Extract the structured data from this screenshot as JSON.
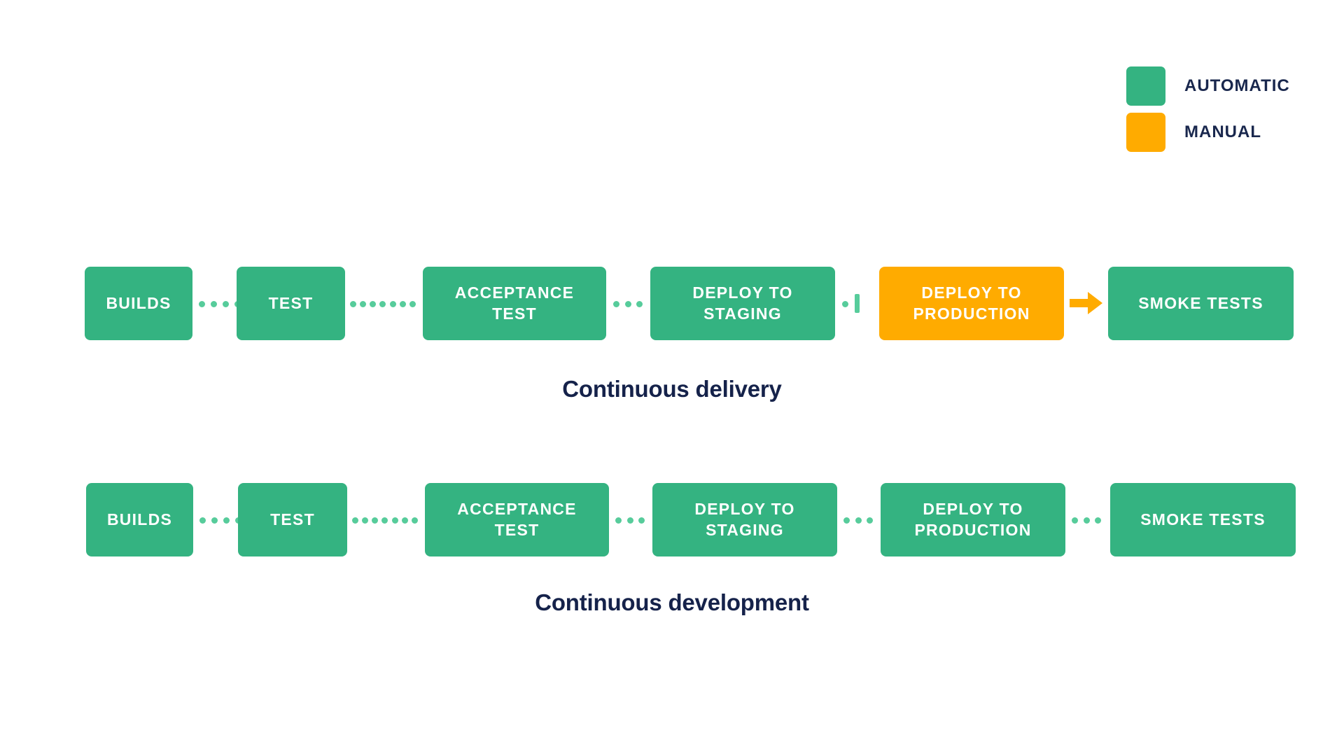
{
  "legend": {
    "items": [
      {
        "label": "AUTOMATIC",
        "color": "#34b381",
        "swatch": "green-swatch"
      },
      {
        "label": "MANUAL",
        "color": "#ffab00",
        "swatch": "orange-swatch"
      }
    ]
  },
  "colors": {
    "automatic": "#34b381",
    "manual": "#ffab00",
    "connector_dot": "#57cc9b",
    "arrow": "#ffab00",
    "caption_text": "#15224a",
    "stage_text": "#ffffff",
    "background": "#ffffff"
  },
  "rows": [
    {
      "caption": "Continuous delivery",
      "stages": [
        {
          "label": "BUILDS",
          "type": "automatic"
        },
        {
          "label": "TEST",
          "type": "automatic"
        },
        {
          "label": "ACCEPTANCE\nTEST",
          "type": "automatic"
        },
        {
          "label": "DEPLOY TO\nSTAGING",
          "type": "automatic"
        },
        {
          "label": "DEPLOY TO\nPRODUCTION",
          "type": "manual"
        },
        {
          "label": "SMOKE TESTS",
          "type": "automatic"
        }
      ],
      "connectors": [
        {
          "kind": "dotted",
          "dots": 4
        },
        {
          "kind": "dotted",
          "dots": 7
        },
        {
          "kind": "dotted",
          "dots": 3
        },
        {
          "kind": "dotted-clipped",
          "dots": 1
        },
        {
          "kind": "arrow"
        }
      ]
    },
    {
      "caption": "Continuous development",
      "stages": [
        {
          "label": "BUILDS",
          "type": "automatic"
        },
        {
          "label": "TEST",
          "type": "automatic"
        },
        {
          "label": "ACCEPTANCE\nTEST",
          "type": "automatic"
        },
        {
          "label": "DEPLOY TO\nSTAGING",
          "type": "automatic"
        },
        {
          "label": "DEPLOY TO\nPRODUCTION",
          "type": "automatic"
        },
        {
          "label": "SMOKE TESTS",
          "type": "automatic"
        }
      ],
      "connectors": [
        {
          "kind": "dotted",
          "dots": 4
        },
        {
          "kind": "dotted",
          "dots": 7
        },
        {
          "kind": "dotted",
          "dots": 3
        },
        {
          "kind": "dotted",
          "dots": 3
        },
        {
          "kind": "dotted",
          "dots": 3
        }
      ]
    }
  ]
}
